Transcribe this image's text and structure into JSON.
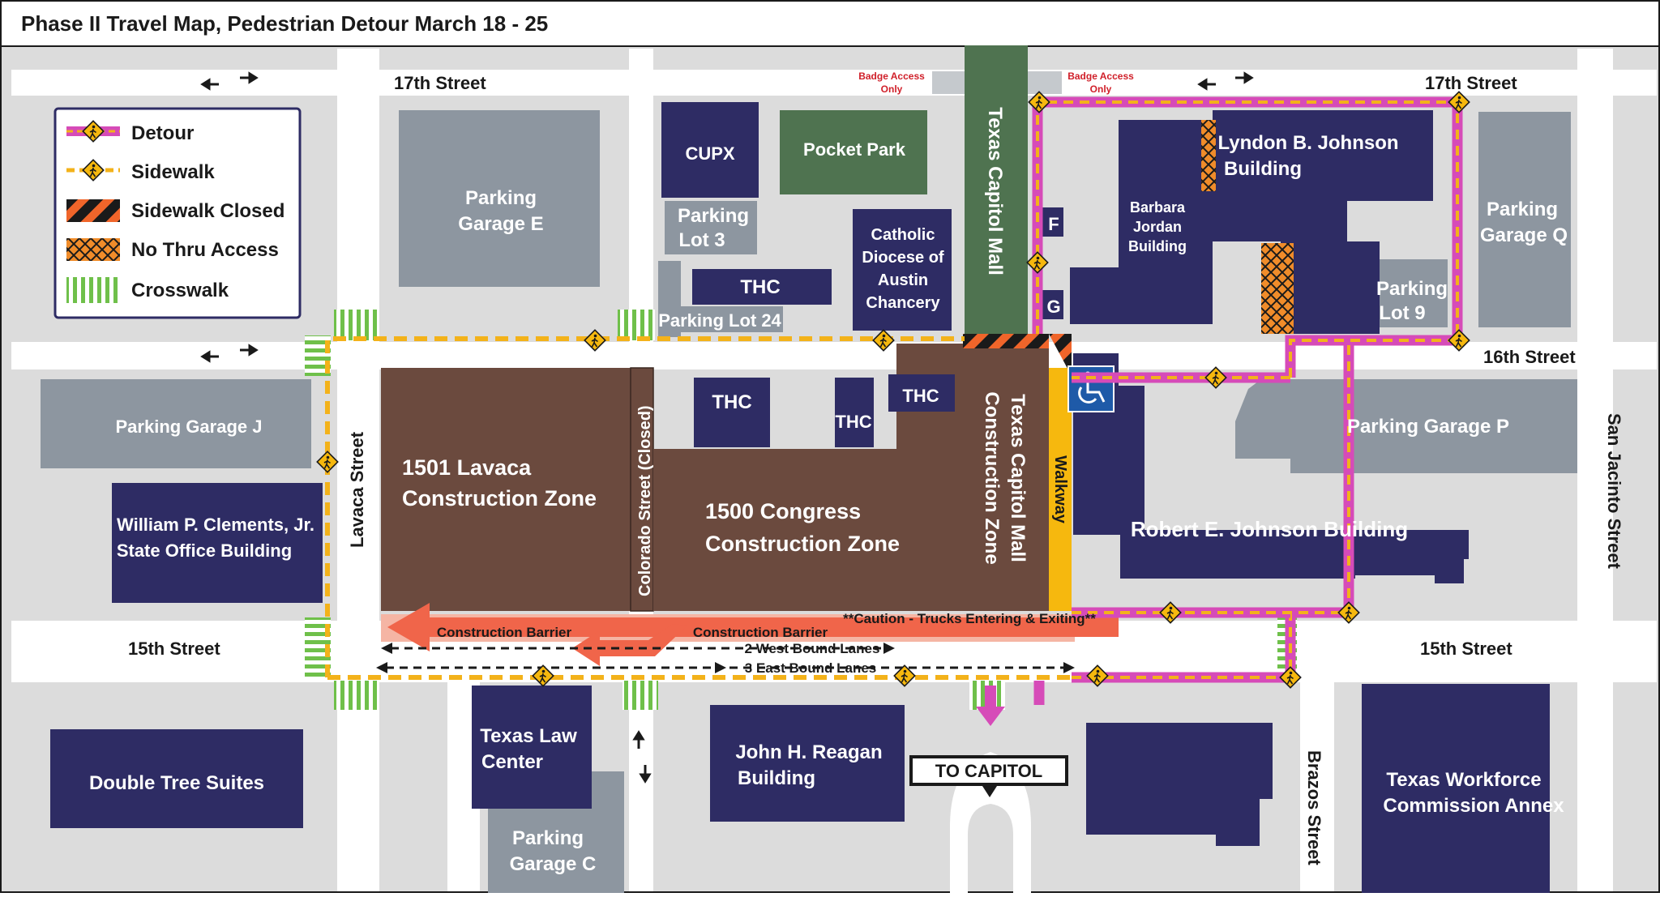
{
  "title": "Phase II Travel Map, Pedestrian Detour March 18 - 25",
  "colors": {
    "navy": "#2e2c64",
    "gray": "#8d96a0",
    "construction": "#6b4a3e",
    "park": "#4f7350",
    "detour": "#d64bb8",
    "sidewalk": "#f3b21a",
    "barrier": "#f0654a",
    "walkway": "#f6b80e",
    "access": "#1e5aa8"
  },
  "legend": {
    "detour": "Detour",
    "sidewalk": "Sidewalk",
    "closed": "Sidewalk Closed",
    "no_thru": "No Thru Access",
    "crosswalk": "Crosswalk"
  },
  "streets": {
    "s17_left": "17th Street",
    "s17_right": "17th Street",
    "s16": "16th Street",
    "s15_left": "15th Street",
    "s15_right": "15th Street",
    "lavaca": "Lavaca Street",
    "colorado": "Colorado Street (Closed)",
    "brazos": "Brazos Street",
    "san_jacinto": "San Jacinto Street"
  },
  "buildings": {
    "pg_e_1": "Parking",
    "pg_e_2": "Garage E",
    "cupx": "CUPX",
    "pocket_park": "Pocket Park",
    "lot3_1": "Parking",
    "lot3_2": "Lot 3",
    "thc_top": "THC",
    "lot24": "Parking Lot 24",
    "chancery_1": "Catholic",
    "chancery_2": "Diocese of",
    "chancery_3": "Austin",
    "chancery_4": "Chancery",
    "mall": "Texas Capitol Mall",
    "f": "F",
    "g": "G",
    "bj_1": "Barbara",
    "bj_2": "Jordan",
    "bj_3": "Building",
    "lbj_1": "Lyndon B. Johnson",
    "lbj_2": "Building",
    "pg_q_1": "Parking",
    "pg_q_2": "Garage Q",
    "lot9_1": "Parking",
    "lot9_2": "Lot 9",
    "pg_j": "Parking Garage J",
    "clements_1": "William P. Clements, Jr.",
    "clements_2": "State Office Building",
    "lavaca_zone_1": "1501 Lavaca",
    "lavaca_zone_2": "Construction Zone",
    "congress_zone_1": "1500 Congress",
    "congress_zone_2": "Construction Zone",
    "thc_a": "THC",
    "thc_b": "THC",
    "thc_c": "THC",
    "mall_zone_1": "Texas Capitol Mall",
    "mall_zone_2": "Construction Zone",
    "walkway": "Walkway",
    "pg_p": "Parking Garage P",
    "rej": "Robert E. Johnson Building",
    "double_tree": "Double Tree Suites",
    "law_1": "Texas Law",
    "law_2": "Center",
    "pg_c_1": "Parking",
    "pg_c_2": "Garage C",
    "reagan_1": "John H. Reagan",
    "reagan_2": "Building",
    "twc_1": "Texas Workforce",
    "twc_2": "Commission Annex"
  },
  "notes": {
    "badge_left_1": "Badge Access",
    "badge_left_2": "Only",
    "badge_right_1": "Badge Access",
    "badge_right_2": "Only",
    "barrier_left": "Construction Barrier",
    "barrier_right": "Construction Barrier",
    "caution": "**Caution - Trucks Entering & Exiting**",
    "west_lanes": "2 West Bound Lanes",
    "east_lanes": "3 East Bound Lanes",
    "to_capitol": "TO CAPITOL"
  }
}
